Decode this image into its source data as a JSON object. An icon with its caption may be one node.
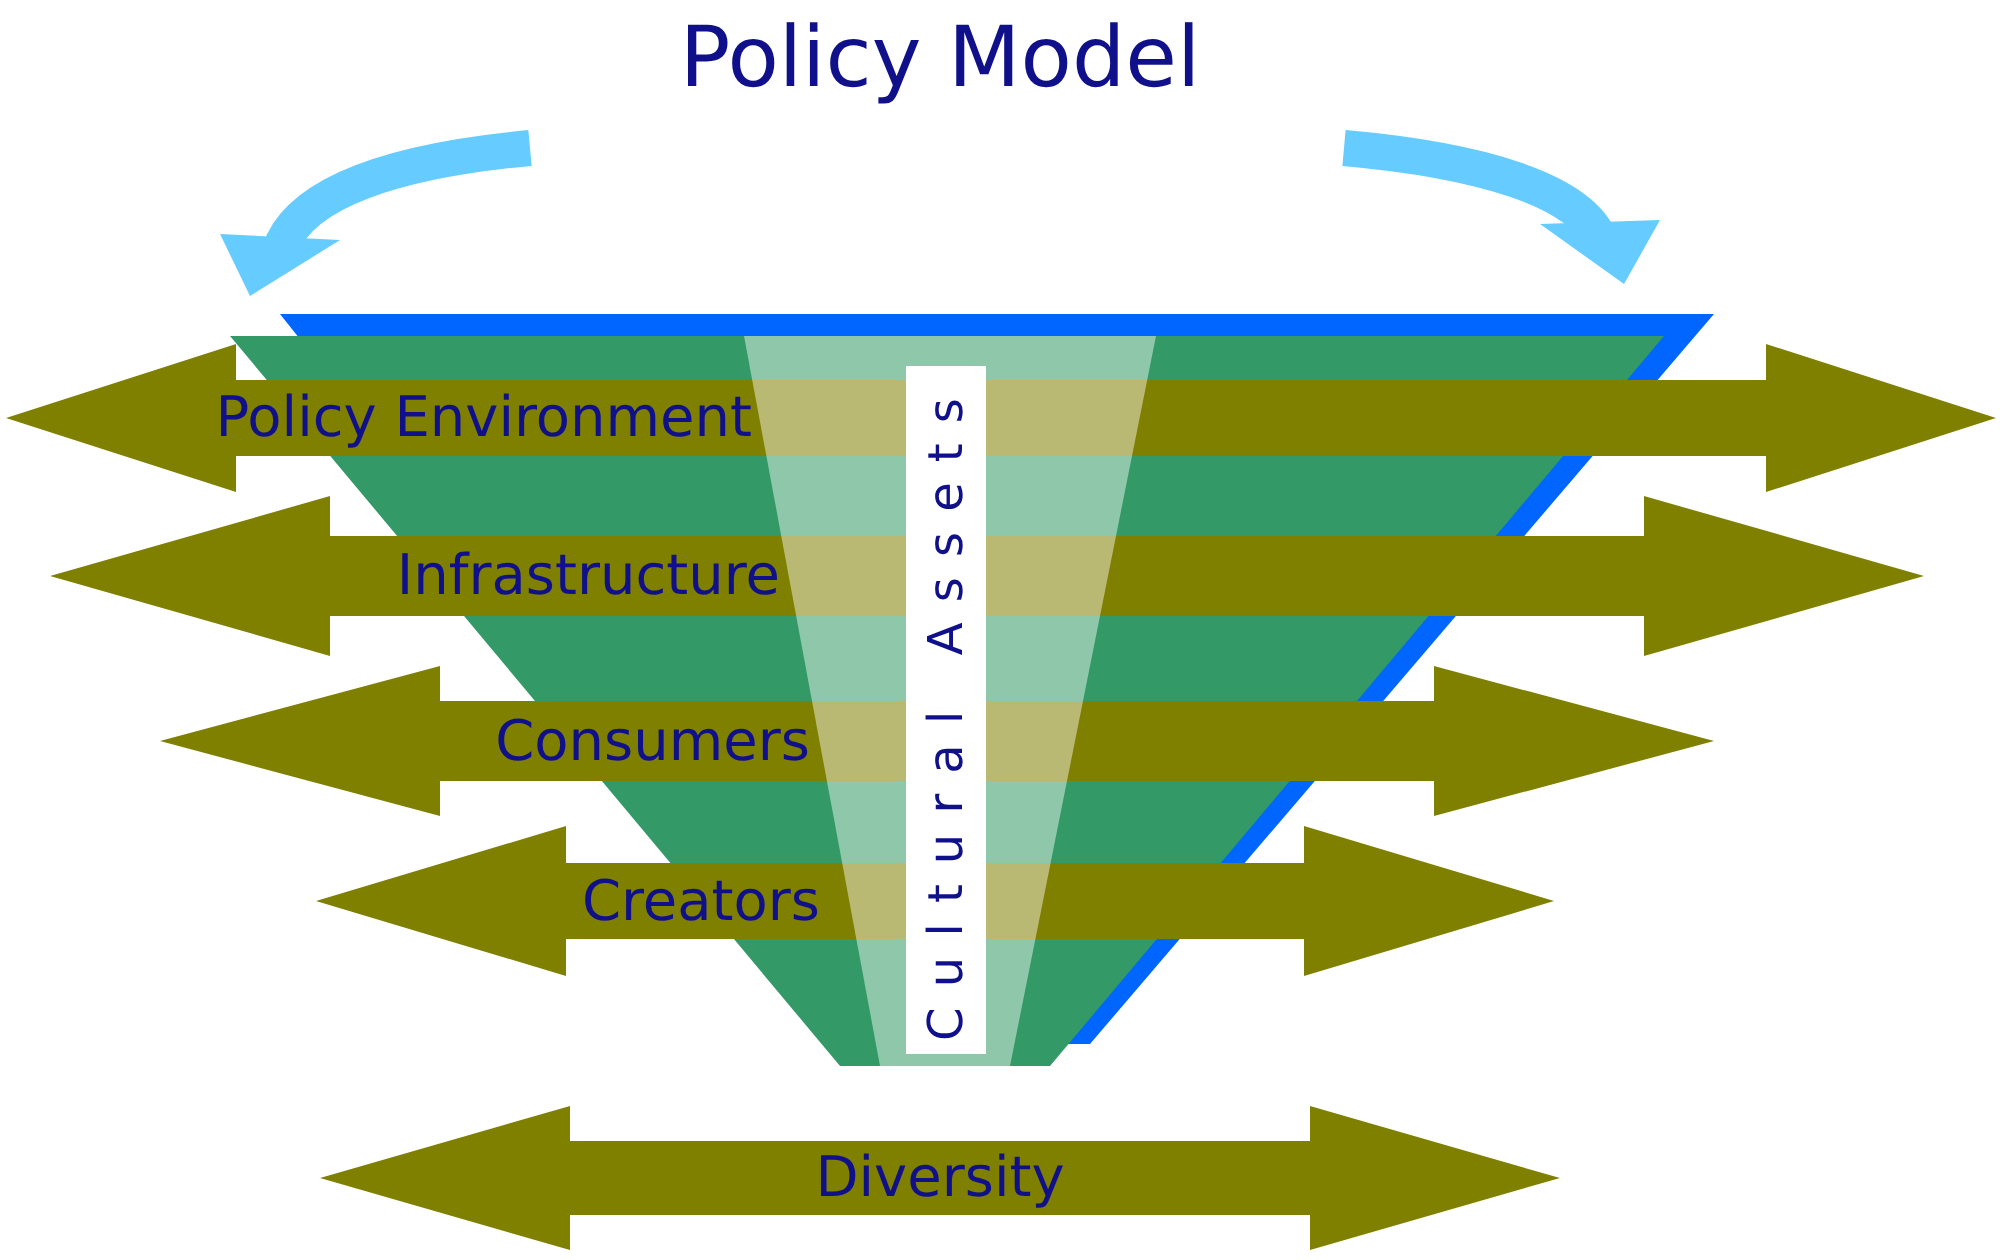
{
  "diagram": {
    "title": "Policy Model",
    "nodes": [
      {
        "text": [
          "Policy Environment"
        ]
      },
      {
        "text": [
          "Infrastructure"
        ]
      },
      {
        "text": [
          "Consumers"
        ]
      },
      {
        "text": [
          "Creators"
        ]
      },
      {
        "text": [
          "Cultural Assets"
        ]
      },
      {
        "text": [
          "Diversity"
        ]
      }
    ]
  }
}
